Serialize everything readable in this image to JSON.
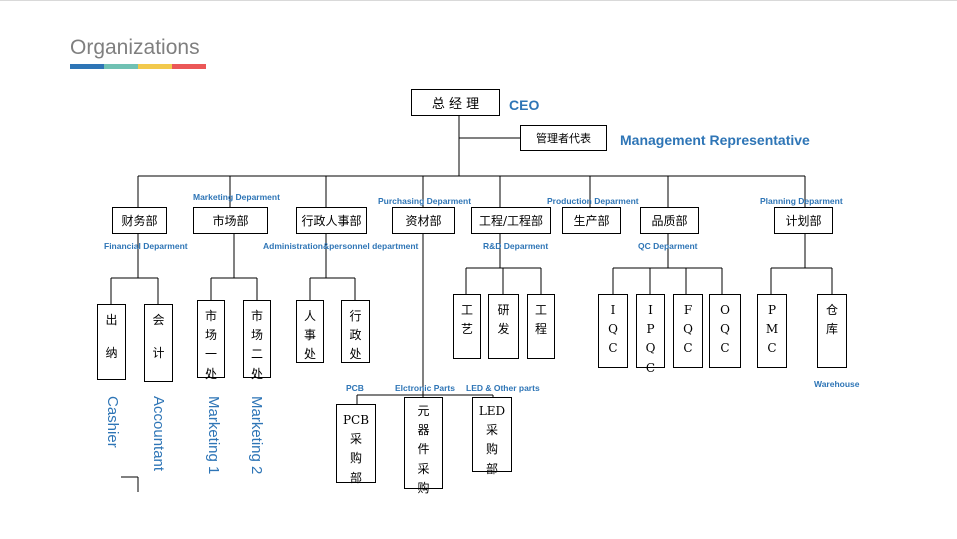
{
  "title": "Organizations",
  "title_bar_colors": [
    "#2e75b6",
    "#70c1b3",
    "#f2c94c",
    "#eb5757"
  ],
  "ceo": {
    "zh": "总 经 理",
    "en": "CEO"
  },
  "mgmt_rep": {
    "zh": "管理者代表",
    "en": "Management Representative"
  },
  "departments": {
    "finance": {
      "zh": "财务部",
      "en": "Financial Deparment"
    },
    "marketing": {
      "zh": "市场部",
      "en": "Marketing Deparment"
    },
    "admin": {
      "zh": "行政人事部",
      "en": "Administration&personnel department"
    },
    "purchasing": {
      "zh": "资材部",
      "en": "Purchasing Deparment"
    },
    "rd": {
      "zh": "工程/工程部",
      "en": "R&D Deparment"
    },
    "production": {
      "zh": "生产部",
      "en": "Production Deparment"
    },
    "qc": {
      "zh": "品质部",
      "en": "QC Deparment"
    },
    "planning": {
      "zh": "计划部",
      "en": "Planning Deparment"
    }
  },
  "subunits": {
    "cashier": {
      "chars": [
        "出",
        "纳"
      ],
      "en": "Cashier"
    },
    "accountant": {
      "chars": [
        "会",
        "计"
      ],
      "en": "Accountant"
    },
    "mkt1": {
      "chars": [
        "市",
        "场",
        "一",
        "处"
      ],
      "en": "Marketing 1"
    },
    "mkt2": {
      "chars": [
        "市",
        "场",
        "二",
        "处"
      ],
      "en": "Marketing 2"
    },
    "hr": {
      "chars": [
        "人",
        "事",
        "处"
      ]
    },
    "adm": {
      "chars": [
        "行",
        "政",
        "处"
      ]
    },
    "process": {
      "chars": [
        "工",
        "艺"
      ]
    },
    "dev": {
      "chars": [
        "研",
        "发"
      ]
    },
    "eng": {
      "chars": [
        "工",
        "程"
      ]
    },
    "iqc": {
      "chars": [
        "I",
        "Q",
        "C"
      ]
    },
    "ipqc": {
      "chars": [
        "I",
        "P",
        "Q",
        "C"
      ]
    },
    "fqc": {
      "chars": [
        "F",
        "Q",
        "C"
      ]
    },
    "oqc": {
      "chars": [
        "O",
        "Q",
        "C"
      ]
    },
    "pmc": {
      "chars": [
        "P",
        "M",
        "C"
      ]
    },
    "warehouse": {
      "chars": [
        "仓",
        "库"
      ],
      "en": "Warehouse"
    },
    "pcb": {
      "chars": [
        "PCB",
        "采",
        "购",
        "部"
      ],
      "en": "PCB"
    },
    "parts": {
      "chars": [
        "元",
        "器",
        "件",
        "采",
        "购"
      ],
      "en": "Elctronic Parts"
    },
    "led": {
      "chars": [
        "LED",
        "采",
        "购",
        "部"
      ],
      "en": "LED & Other parts"
    }
  }
}
